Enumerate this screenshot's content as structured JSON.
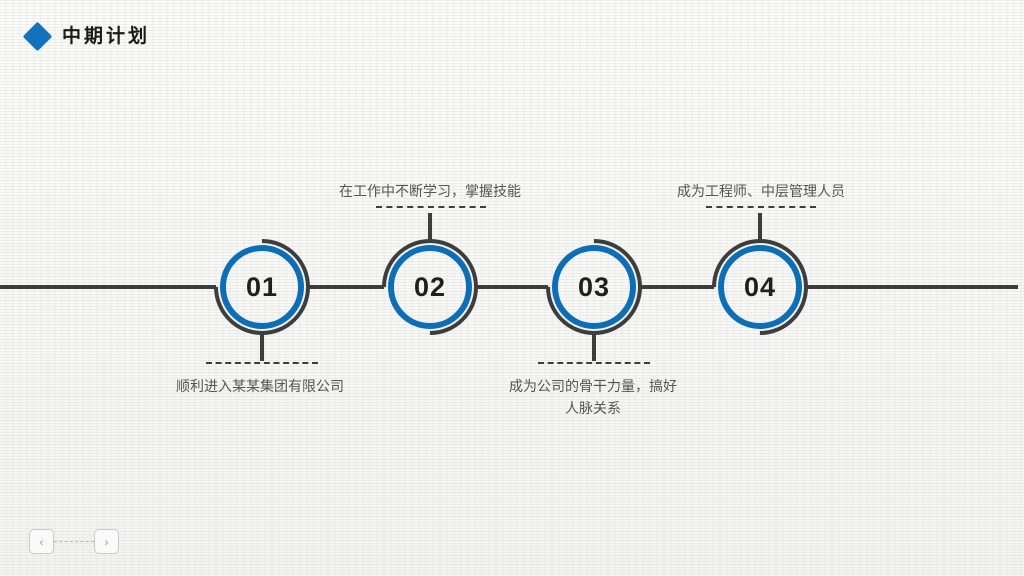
{
  "slide": {
    "title": "中期计划",
    "accent_color": "#1273bc",
    "ring_color": "#0d6eb8",
    "line_color": "#3d3d3d",
    "background_color": "#f7f7f6",
    "caption_color": "#555555"
  },
  "timeline": {
    "nodes": [
      {
        "number": "01",
        "arc": "bottom",
        "caption": "顺利进入某某集团有限公司",
        "caption_position": "below"
      },
      {
        "number": "02",
        "arc": "top",
        "caption": "在工作中不断学习，掌握技能",
        "caption_position": "above"
      },
      {
        "number": "03",
        "arc": "bottom",
        "caption": "成为公司的骨干力量，搞好\n人脉关系",
        "caption_position": "below"
      },
      {
        "number": "04",
        "arc": "top",
        "caption": "成为工程师、中层管理人员",
        "caption_position": "above"
      }
    ]
  },
  "footer": {
    "prev_label": "‹",
    "next_label": "›"
  }
}
